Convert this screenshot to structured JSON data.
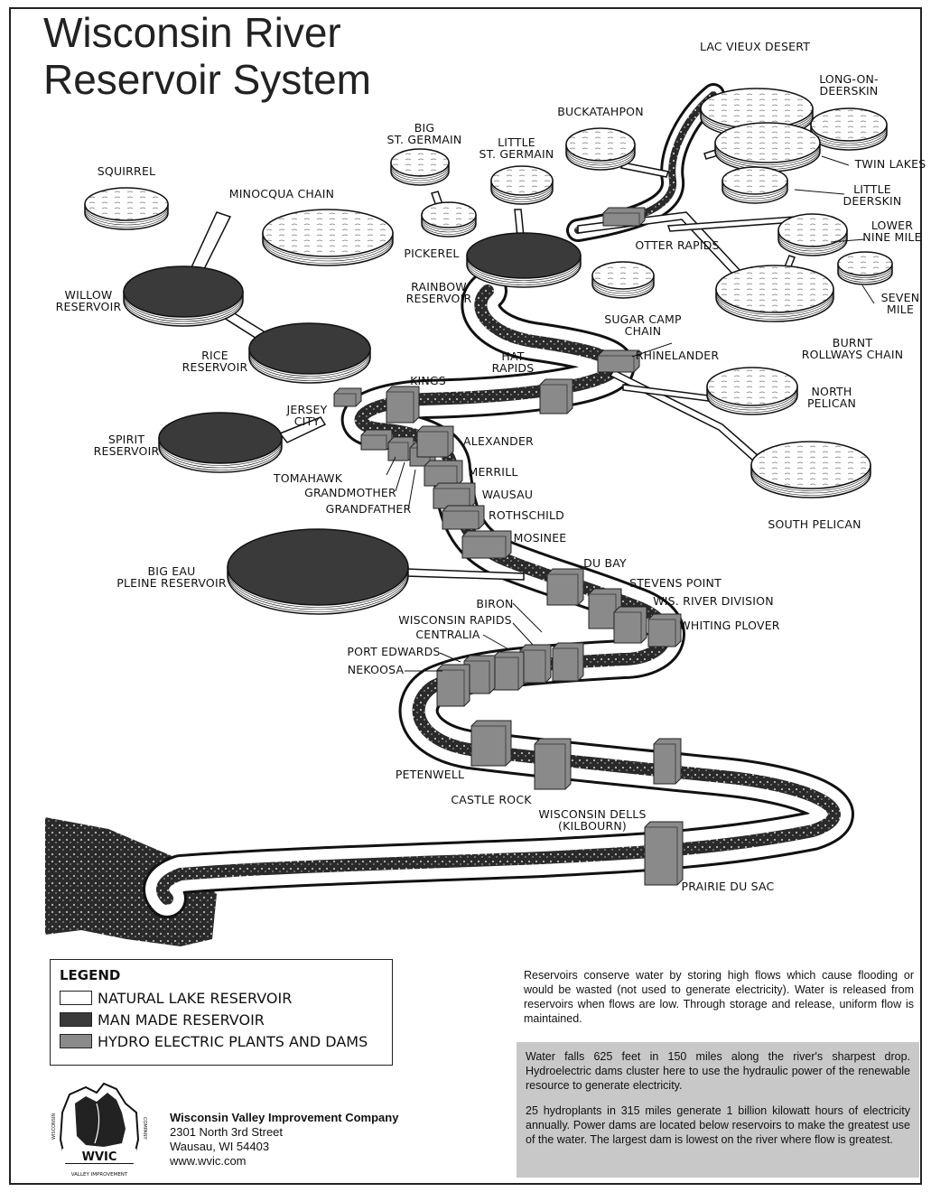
{
  "title": {
    "line1": "Wisconsin River",
    "line2": "Reservoir System"
  },
  "colors": {
    "natural": "#ffffff",
    "manmade": "#3a3a3a",
    "dam": "#8a8a8a",
    "panel": "#c8c8c8"
  },
  "reservoirs_natural": [
    {
      "id": "lac-vieux-desert",
      "label": [
        "LAC VIEUX DESERT"
      ]
    },
    {
      "id": "long-on-deerskin",
      "label": [
        "LONG-ON-",
        "DEERSKIN"
      ]
    },
    {
      "id": "buckatahpon",
      "label": [
        "BUCKATAHPON"
      ]
    },
    {
      "id": "twin-lakes",
      "label": [
        "TWIN LAKES"
      ]
    },
    {
      "id": "little-deerskin",
      "label": [
        "LITTLE",
        "DEERSKIN"
      ]
    },
    {
      "id": "lower-nine-mile",
      "label": [
        "LOWER",
        "NINE MILE"
      ]
    },
    {
      "id": "seven-mile",
      "label": [
        "SEVEN",
        "MILE"
      ]
    },
    {
      "id": "big-st-germain",
      "label": [
        "BIG",
        "ST. GERMAIN"
      ]
    },
    {
      "id": "little-st-germain",
      "label": [
        "LITTLE",
        "ST. GERMAIN"
      ]
    },
    {
      "id": "pickerel",
      "label": [
        "PICKEREL"
      ]
    },
    {
      "id": "squirrel",
      "label": [
        "SQUIRREL"
      ]
    },
    {
      "id": "minocqua-chain",
      "label": [
        "MINOCQUA CHAIN"
      ]
    },
    {
      "id": "sugar-camp-chain",
      "label": [
        "SUGAR CAMP",
        "CHAIN"
      ]
    },
    {
      "id": "burnt-rollways-chain",
      "label": [
        "BURNT",
        "ROLLWAYS CHAIN"
      ]
    },
    {
      "id": "north-pelican",
      "label": [
        "NORTH",
        "PELICAN"
      ]
    },
    {
      "id": "south-pelican",
      "label": [
        "SOUTH PELICAN"
      ]
    }
  ],
  "reservoirs_manmade": [
    {
      "id": "rainbow-reservoir",
      "label": [
        "RAINBOW",
        "RESERVOIR"
      ]
    },
    {
      "id": "willow-reservoir",
      "label": [
        "WILLOW",
        "RESERVOIR"
      ]
    },
    {
      "id": "rice-reservoir",
      "label": [
        "RICE",
        "RESERVOIR"
      ]
    },
    {
      "id": "spirit-reservoir",
      "label": [
        "SPIRIT",
        "RESERVOIR"
      ]
    },
    {
      "id": "big-eau-pleine-reservoir",
      "label": [
        "BIG EAU",
        "PLEINE RESERVOIR"
      ]
    }
  ],
  "dams": [
    {
      "id": "otter-rapids",
      "label": [
        "OTTER RAPIDS"
      ]
    },
    {
      "id": "rhinelander",
      "label": [
        "RHINELANDER"
      ]
    },
    {
      "id": "hat-rapids",
      "label": [
        "HAT",
        "RAPIDS"
      ]
    },
    {
      "id": "kings",
      "label": [
        "KINGS"
      ]
    },
    {
      "id": "jersey-city",
      "label": [
        "JERSEY",
        "CITY"
      ]
    },
    {
      "id": "tomahawk",
      "label": [
        "TOMAHAWK"
      ]
    },
    {
      "id": "grandmother",
      "label": [
        "GRANDMOTHER"
      ]
    },
    {
      "id": "grandfather",
      "label": [
        "GRANDFATHER"
      ]
    },
    {
      "id": "alexander",
      "label": [
        "ALEXANDER"
      ]
    },
    {
      "id": "merrill",
      "label": [
        "MERRILL"
      ]
    },
    {
      "id": "wausau",
      "label": [
        "WAUSAU"
      ]
    },
    {
      "id": "rothschild",
      "label": [
        "ROTHSCHILD"
      ]
    },
    {
      "id": "mosinee",
      "label": [
        "MOSINEE"
      ]
    },
    {
      "id": "du-bay",
      "label": [
        "DU BAY"
      ]
    },
    {
      "id": "stevens-point",
      "label": [
        "STEVENS POINT"
      ]
    },
    {
      "id": "wis-river-division",
      "label": [
        "WIS. RIVER DIVISION"
      ]
    },
    {
      "id": "whiting-plover",
      "label": [
        "WHITING PLOVER"
      ]
    },
    {
      "id": "biron",
      "label": [
        "BIRON"
      ]
    },
    {
      "id": "wisconsin-rapids",
      "label": [
        "WISCONSIN RAPIDS"
      ]
    },
    {
      "id": "centralia",
      "label": [
        "CENTRALIA"
      ]
    },
    {
      "id": "port-edwards",
      "label": [
        "PORT EDWARDS"
      ]
    },
    {
      "id": "nekoosa",
      "label": [
        "NEKOOSA"
      ]
    },
    {
      "id": "petenwell",
      "label": [
        "PETENWELL"
      ]
    },
    {
      "id": "castle-rock",
      "label": [
        "CASTLE ROCK"
      ]
    },
    {
      "id": "wisconsin-dells",
      "label": [
        "WISCONSIN DELLS",
        "(KILBOURN)"
      ]
    },
    {
      "id": "prairie-du-sac",
      "label": [
        "PRAIRIE DU SAC"
      ]
    }
  ],
  "legend": {
    "title": "LEGEND",
    "items": [
      {
        "label": "NATURAL LAKE RESERVOIR",
        "color": "#ffffff"
      },
      {
        "label": "MAN MADE RESERVOIR",
        "color": "#3a3a3a"
      },
      {
        "label": "HYDRO ELECTRIC PLANTS AND DAMS",
        "color": "#8a8a8a"
      }
    ]
  },
  "company": {
    "name": "Wisconsin Valley Improvement Company",
    "address1": "2301 North 3rd Street",
    "address2": "Wausau, WI 54403",
    "web": "www.wvic.com",
    "logo_text": "WVIC",
    "logo_ring_left": "WISCONSIN",
    "logo_ring_bottom": "VALLEY IMPROVEMENT",
    "logo_ring_right": "COMPANY"
  },
  "notes": {
    "intro": "Reservoirs conserve water by storing high flows which cause flooding or would be wasted (not used to generate electricity). Water is released from reservoirs when flows are low. Through storage and release, uniform flow is maintained.",
    "drop": "Water falls 625 feet in 150 miles along the river's sharpest drop. Hydroelectric dams cluster here to use the hydraulic power of the renewable resource to generate electricity.",
    "plants": "25 hydroplants in 315 miles generate 1 billion kilowatt hours of electricity annually. Power dams are located below reservoirs to make the greatest use of the water. The largest dam is lowest on the river where flow is greatest."
  }
}
